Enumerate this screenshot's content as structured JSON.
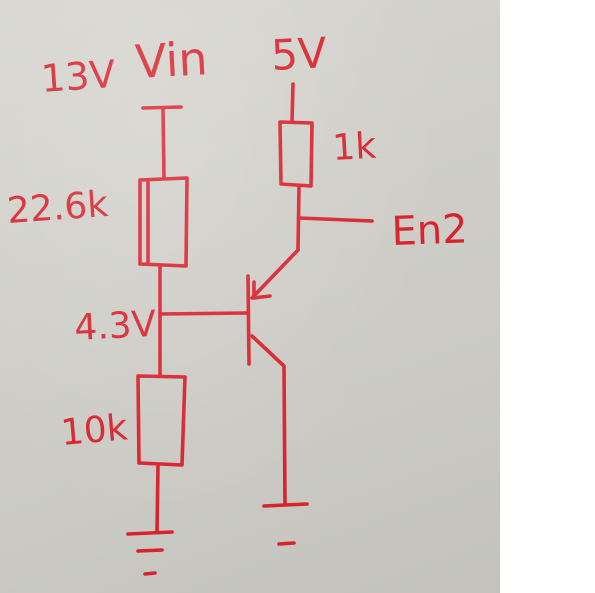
{
  "labels": {
    "supply_voltage": "13V",
    "input_name": "Vin",
    "rail_voltage": "5V",
    "top_resistor": "22.6k",
    "mid_voltage": "4.3V",
    "bottom_resistor": "10k",
    "collector_resistor": "1k",
    "output_name": "En2"
  },
  "colors": {
    "ink": "#d8232e",
    "paper": "#cfcec8"
  }
}
